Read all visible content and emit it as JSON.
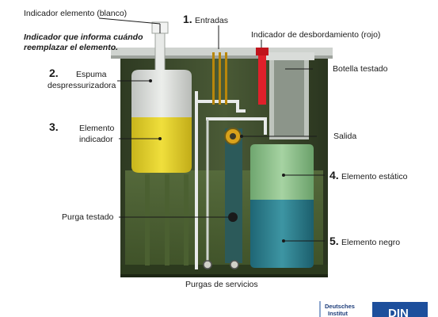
{
  "labels": {
    "indicador_elemento": "Indicador elemento (blanco)",
    "nota": [
      "Indicador que informa cuándo",
      "reemplazar el elemento."
    ],
    "entradas_num": "1.",
    "entradas": "Entradas",
    "desbordamiento": "Indicador de desbordamiento (rojo)",
    "botella": "Botella testado",
    "espuma_num": "2.",
    "espuma": [
      "Espuma",
      "despressurizadora"
    ],
    "elemento_indicador_num": "3.",
    "elemento_indicador": [
      "Elemento",
      "indicador"
    ],
    "salida": "Salida",
    "elemento_estatico_num": "4.",
    "elemento_estatico": "Elemento estático",
    "purga_testado": "Purga testado",
    "elemento_negro_num": "5.",
    "elemento_negro": "Elemento negro",
    "purgas_servicios": "Purgas de servicios"
  },
  "logo": {
    "line1": "Deutsches",
    "line2": "Institut",
    "mark": "DIN"
  },
  "colors": {
    "housing": "#3b4a2c",
    "housing_light": "#6d7f4e",
    "yellow_element": "#e1cf2a",
    "white_foam": "#d9dcd8",
    "static_element": "#8fc08f",
    "black_element": "#2f7f8e",
    "red_indicator": "#e0202a",
    "logo_blue": "#1d4f9c"
  }
}
